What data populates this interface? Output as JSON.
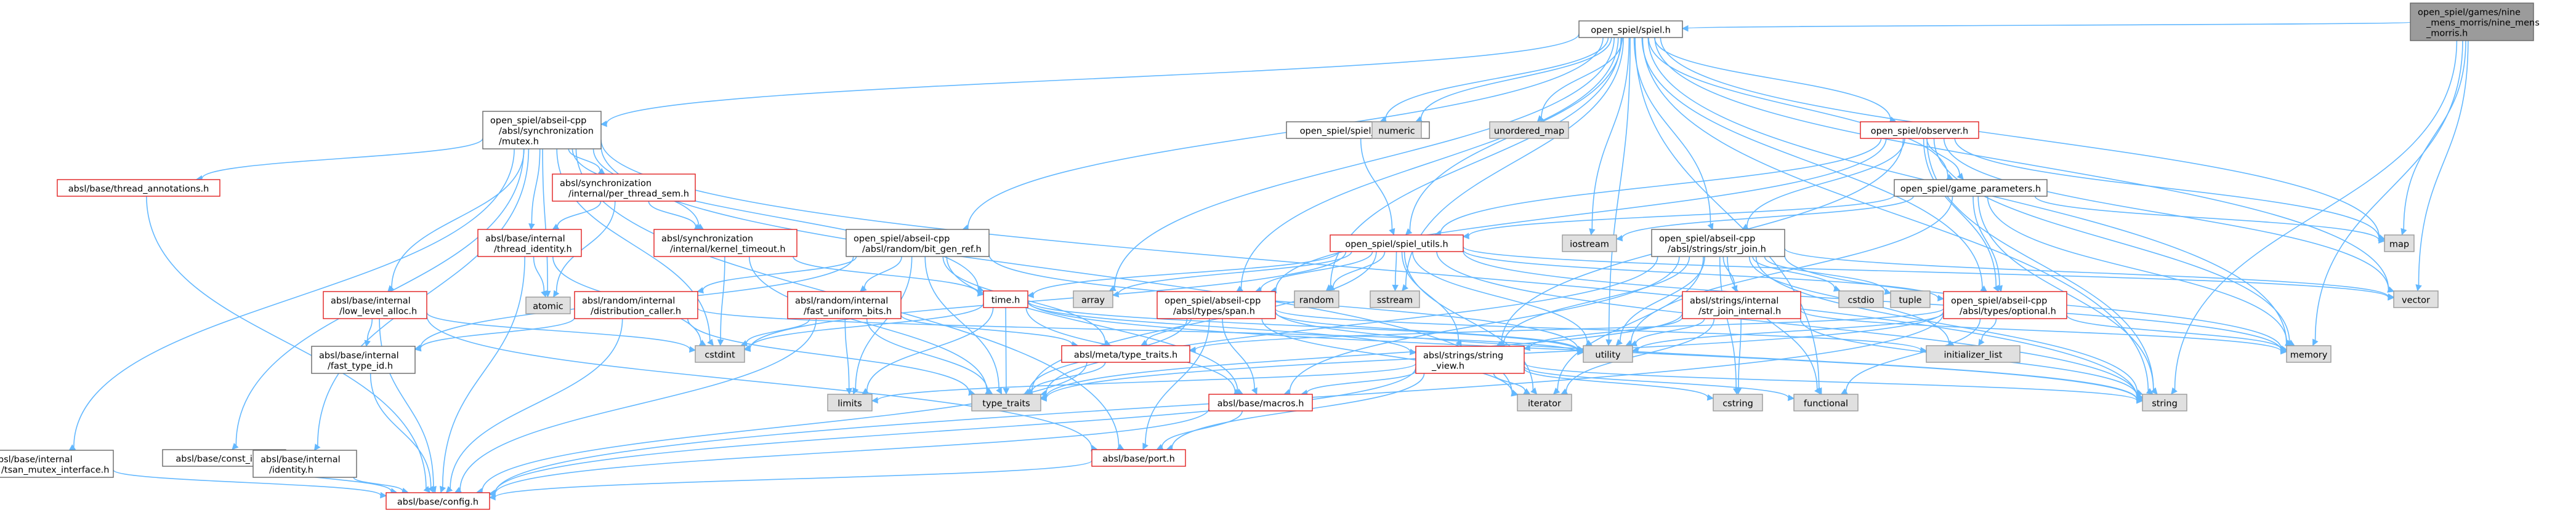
{
  "nodes": [
    {
      "id": "root",
      "lines": [
        "open_spiel/games/nine",
        "_mens_morris/nine_mens",
        "_morris.h"
      ],
      "style": "root"
    },
    {
      "id": "spiel",
      "lines": [
        "open_spiel/spiel.h"
      ],
      "style": "plain"
    },
    {
      "id": "mutex",
      "lines": [
        "open_spiel/abseil-cpp",
        "/absl/synchronization",
        "/mutex.h"
      ],
      "style": "plain"
    },
    {
      "id": "spiel_globals",
      "lines": [
        "open_spiel/spiel_globals.h"
      ],
      "style": "plain"
    },
    {
      "id": "numeric",
      "lines": [
        "numeric"
      ],
      "style": "grey"
    },
    {
      "id": "unordered_map",
      "lines": [
        "unordered_map"
      ],
      "style": "grey"
    },
    {
      "id": "observer",
      "lines": [
        "open_spiel/observer.h"
      ],
      "style": "red"
    },
    {
      "id": "thread_annotations",
      "lines": [
        "absl/base/thread_annotations.h"
      ],
      "style": "red"
    },
    {
      "id": "per_thread_sem",
      "lines": [
        "absl/synchronization",
        "/internal/per_thread_sem.h"
      ],
      "style": "red"
    },
    {
      "id": "thread_identity",
      "lines": [
        "absl/base/internal",
        "/thread_identity.h"
      ],
      "style": "red"
    },
    {
      "id": "kernel_timeout",
      "lines": [
        "absl/synchronization",
        "/internal/kernel_timeout.h"
      ],
      "style": "red"
    },
    {
      "id": "bit_gen_ref",
      "lines": [
        "open_spiel/abseil-cpp",
        "/absl/random/bit_gen_ref.h"
      ],
      "style": "plain"
    },
    {
      "id": "spiel_utils",
      "lines": [
        "open_spiel/spiel_utils.h"
      ],
      "style": "red"
    },
    {
      "id": "game_parameters",
      "lines": [
        "open_spiel/game_parameters.h"
      ],
      "style": "plain"
    },
    {
      "id": "iostream",
      "lines": [
        "iostream"
      ],
      "style": "grey"
    },
    {
      "id": "str_join",
      "lines": [
        "open_spiel/abseil-cpp",
        "/absl/strings/str_join.h"
      ],
      "style": "plain"
    },
    {
      "id": "map",
      "lines": [
        "map"
      ],
      "style": "grey"
    },
    {
      "id": "atomic",
      "lines": [
        "atomic"
      ],
      "style": "grey"
    },
    {
      "id": "low_level_alloc",
      "lines": [
        "absl/base/internal",
        "/low_level_alloc.h"
      ],
      "style": "red"
    },
    {
      "id": "distribution_caller",
      "lines": [
        "absl/random/internal",
        "/distribution_caller.h"
      ],
      "style": "red"
    },
    {
      "id": "fast_uniform_bits",
      "lines": [
        "absl/random/internal",
        "/fast_uniform_bits.h"
      ],
      "style": "red"
    },
    {
      "id": "time",
      "lines": [
        "time.h"
      ],
      "style": "red"
    },
    {
      "id": "array",
      "lines": [
        "array"
      ],
      "style": "grey"
    },
    {
      "id": "span",
      "lines": [
        "open_spiel/abseil-cpp",
        "/absl/types/span.h"
      ],
      "style": "red"
    },
    {
      "id": "random",
      "lines": [
        "random"
      ],
      "style": "grey"
    },
    {
      "id": "sstream",
      "lines": [
        "sstream"
      ],
      "style": "grey"
    },
    {
      "id": "str_join_internal",
      "lines": [
        "absl/strings/internal",
        "/str_join_internal.h"
      ],
      "style": "red"
    },
    {
      "id": "cstdio",
      "lines": [
        "cstdio"
      ],
      "style": "grey"
    },
    {
      "id": "tuple",
      "lines": [
        "tuple"
      ],
      "style": "grey"
    },
    {
      "id": "optional",
      "lines": [
        "open_spiel/abseil-cpp",
        "/absl/types/optional.h"
      ],
      "style": "red"
    },
    {
      "id": "vector",
      "lines": [
        "vector"
      ],
      "style": "grey"
    },
    {
      "id": "memory",
      "lines": [
        "memory"
      ],
      "style": "grey"
    },
    {
      "id": "cstdint",
      "lines": [
        "cstdint"
      ],
      "style": "grey"
    },
    {
      "id": "fast_type_id",
      "lines": [
        "absl/base/internal",
        "/fast_type_id.h"
      ],
      "style": "plain"
    },
    {
      "id": "type_traits_meta",
      "lines": [
        "absl/meta/type_traits.h"
      ],
      "style": "red"
    },
    {
      "id": "string_view",
      "lines": [
        "absl/strings/string",
        "_view.h"
      ],
      "style": "red"
    },
    {
      "id": "utility",
      "lines": [
        "utility"
      ],
      "style": "grey"
    },
    {
      "id": "initializer_list",
      "lines": [
        "initializer_list"
      ],
      "style": "grey"
    },
    {
      "id": "limits",
      "lines": [
        "limits"
      ],
      "style": "grey"
    },
    {
      "id": "type_traits",
      "lines": [
        "type_traits"
      ],
      "style": "grey"
    },
    {
      "id": "macros",
      "lines": [
        "absl/base/macros.h"
      ],
      "style": "red"
    },
    {
      "id": "iterator",
      "lines": [
        "iterator"
      ],
      "style": "grey"
    },
    {
      "id": "cstring",
      "lines": [
        "cstring"
      ],
      "style": "grey"
    },
    {
      "id": "functional",
      "lines": [
        "functional"
      ],
      "style": "grey"
    },
    {
      "id": "string",
      "lines": [
        "string"
      ],
      "style": "grey"
    },
    {
      "id": "tsan_mutex",
      "lines": [
        "absl/base/internal",
        "/tsan_mutex_interface.h"
      ],
      "style": "plain"
    },
    {
      "id": "const_init",
      "lines": [
        "absl/base/const_init.h"
      ],
      "style": "plain"
    },
    {
      "id": "identity",
      "lines": [
        "absl/base/internal",
        "/identity.h"
      ],
      "style": "plain"
    },
    {
      "id": "port",
      "lines": [
        "absl/base/port.h"
      ],
      "style": "red"
    },
    {
      "id": "config",
      "lines": [
        "absl/base/config.h"
      ],
      "style": "red"
    }
  ],
  "edges": [
    [
      "root",
      "spiel"
    ],
    [
      "root",
      "map"
    ],
    [
      "root",
      "vector"
    ],
    [
      "root",
      "memory"
    ],
    [
      "root",
      "string"
    ],
    [
      "spiel",
      "mutex"
    ],
    [
      "spiel",
      "bit_gen_ref"
    ],
    [
      "spiel",
      "spiel_globals"
    ],
    [
      "spiel",
      "numeric"
    ],
    [
      "spiel",
      "unordered_map"
    ],
    [
      "spiel",
      "observer"
    ],
    [
      "spiel",
      "iostream"
    ],
    [
      "spiel",
      "sstream"
    ],
    [
      "spiel",
      "random"
    ],
    [
      "spiel",
      "array"
    ],
    [
      "spiel",
      "span"
    ],
    [
      "spiel",
      "str_join"
    ],
    [
      "spiel",
      "spiel_utils"
    ],
    [
      "spiel",
      "game_parameters"
    ],
    [
      "spiel",
      "optional"
    ],
    [
      "spiel",
      "utility"
    ],
    [
      "spiel",
      "map"
    ],
    [
      "spiel",
      "vector"
    ],
    [
      "spiel",
      "memory"
    ],
    [
      "spiel",
      "string"
    ],
    [
      "spiel",
      "functional"
    ],
    [
      "mutex",
      "thread_annotations"
    ],
    [
      "mutex",
      "per_thread_sem"
    ],
    [
      "mutex",
      "thread_identity"
    ],
    [
      "mutex",
      "kernel_timeout"
    ],
    [
      "mutex",
      "low_level_alloc"
    ],
    [
      "mutex",
      "atomic"
    ],
    [
      "mutex",
      "tsan_mutex"
    ],
    [
      "mutex",
      "const_init"
    ],
    [
      "mutex",
      "identity"
    ],
    [
      "mutex",
      "port"
    ],
    [
      "mutex",
      "cstdint"
    ],
    [
      "mutex",
      "time"
    ],
    [
      "mutex",
      "string"
    ],
    [
      "mutex",
      "iterator"
    ],
    [
      "spiel_globals",
      "spiel_utils"
    ],
    [
      "observer",
      "game_parameters"
    ],
    [
      "observer",
      "spiel_utils"
    ],
    [
      "observer",
      "span"
    ],
    [
      "observer",
      "str_join"
    ],
    [
      "observer",
      "optional"
    ],
    [
      "observer",
      "map"
    ],
    [
      "observer",
      "vector"
    ],
    [
      "observer",
      "memory"
    ],
    [
      "observer",
      "string"
    ],
    [
      "observer",
      "string_view"
    ],
    [
      "thread_annotations",
      "config"
    ],
    [
      "per_thread_sem",
      "thread_identity"
    ],
    [
      "per_thread_sem",
      "kernel_timeout"
    ],
    [
      "per_thread_sem",
      "atomic"
    ],
    [
      "thread_identity",
      "atomic"
    ],
    [
      "thread_identity",
      "cstdint"
    ],
    [
      "thread_identity",
      "config"
    ],
    [
      "kernel_timeout",
      "time"
    ],
    [
      "kernel_timeout",
      "cstdint"
    ],
    [
      "kernel_timeout",
      "type_traits"
    ],
    [
      "bit_gen_ref",
      "distribution_caller"
    ],
    [
      "bit_gen_ref",
      "fast_uniform_bits"
    ],
    [
      "bit_gen_ref",
      "fast_type_id"
    ],
    [
      "bit_gen_ref",
      "type_traits_meta"
    ],
    [
      "bit_gen_ref",
      "type_traits"
    ],
    [
      "bit_gen_ref",
      "limits"
    ],
    [
      "bit_gen_ref",
      "utility"
    ],
    [
      "bit_gen_ref",
      "macros"
    ],
    [
      "spiel_utils",
      "random"
    ],
    [
      "spiel_utils",
      "sstream"
    ],
    [
      "spiel_utils",
      "array"
    ],
    [
      "spiel_utils",
      "span"
    ],
    [
      "spiel_utils",
      "time"
    ],
    [
      "spiel_utils",
      "cstdint"
    ],
    [
      "spiel_utils",
      "vector"
    ],
    [
      "spiel_utils",
      "string"
    ],
    [
      "spiel_utils",
      "utility"
    ],
    [
      "spiel_utils",
      "string_view"
    ],
    [
      "spiel_utils",
      "type_traits"
    ],
    [
      "spiel_utils",
      "memory"
    ],
    [
      "spiel_utils",
      "iterator"
    ],
    [
      "spiel_utils",
      "optional"
    ],
    [
      "game_parameters",
      "spiel_utils"
    ],
    [
      "game_parameters",
      "map"
    ],
    [
      "game_parameters",
      "optional"
    ],
    [
      "game_parameters",
      "memory"
    ],
    [
      "game_parameters",
      "string"
    ],
    [
      "game_parameters",
      "iostream"
    ],
    [
      "game_parameters",
      "utility"
    ],
    [
      "str_join",
      "str_join_internal"
    ],
    [
      "str_join",
      "string_view"
    ],
    [
      "str_join",
      "cstdio"
    ],
    [
      "str_join",
      "tuple"
    ],
    [
      "str_join",
      "cstring"
    ],
    [
      "str_join",
      "iterator"
    ],
    [
      "str_join",
      "utility"
    ],
    [
      "str_join",
      "macros"
    ],
    [
      "str_join",
      "type_traits"
    ],
    [
      "str_join",
      "functional"
    ],
    [
      "str_join",
      "initializer_list"
    ],
    [
      "str_join",
      "string"
    ],
    [
      "str_join",
      "memory"
    ],
    [
      "str_join",
      "vector"
    ],
    [
      "low_level_alloc",
      "fast_type_id"
    ],
    [
      "low_level_alloc",
      "cstdint"
    ],
    [
      "low_level_alloc",
      "config"
    ],
    [
      "low_level_alloc",
      "port"
    ],
    [
      "distribution_caller",
      "fast_type_id"
    ],
    [
      "distribution_caller",
      "utility"
    ],
    [
      "distribution_caller",
      "type_traits"
    ],
    [
      "distribution_caller",
      "config"
    ],
    [
      "fast_uniform_bits",
      "cstdint"
    ],
    [
      "fast_uniform_bits",
      "limits"
    ],
    [
      "fast_uniform_bits",
      "type_traits"
    ],
    [
      "fast_uniform_bits",
      "type_traits_meta"
    ],
    [
      "fast_uniform_bits",
      "config"
    ],
    [
      "time",
      "cstdint"
    ],
    [
      "time",
      "limits"
    ],
    [
      "time",
      "string"
    ],
    [
      "time",
      "type_traits"
    ],
    [
      "time",
      "utility"
    ],
    [
      "time",
      "macros"
    ],
    [
      "time",
      "string_view"
    ],
    [
      "span",
      "type_traits_meta"
    ],
    [
      "span",
      "macros"
    ],
    [
      "span",
      "port"
    ],
    [
      "span",
      "utility"
    ],
    [
      "span",
      "initializer_list"
    ],
    [
      "span",
      "type_traits"
    ],
    [
      "span",
      "string"
    ],
    [
      "span",
      "iterator"
    ],
    [
      "str_join_internal",
      "string_view"
    ],
    [
      "str_join_internal",
      "cstring"
    ],
    [
      "str_join_internal",
      "iterator"
    ],
    [
      "str_join_internal",
      "memory"
    ],
    [
      "str_join_internal",
      "string"
    ],
    [
      "str_join_internal",
      "type_traits"
    ],
    [
      "str_join_internal",
      "utility"
    ],
    [
      "optional",
      "utility"
    ],
    [
      "optional",
      "initializer_list"
    ],
    [
      "optional",
      "type_traits_meta"
    ],
    [
      "optional",
      "functional"
    ],
    [
      "optional",
      "config"
    ],
    [
      "optional",
      "type_traits"
    ],
    [
      "optional",
      "memory"
    ],
    [
      "fast_type_id",
      "config"
    ],
    [
      "type_traits_meta",
      "type_traits"
    ],
    [
      "type_traits_meta",
      "config"
    ],
    [
      "string_view",
      "macros"
    ],
    [
      "string_view",
      "config"
    ],
    [
      "string_view",
      "port"
    ],
    [
      "string_view",
      "cstring"
    ],
    [
      "string_view",
      "iterator"
    ],
    [
      "string_view",
      "limits"
    ],
    [
      "string_view",
      "string"
    ],
    [
      "string_view",
      "functional"
    ],
    [
      "macros",
      "port"
    ],
    [
      "macros",
      "config"
    ],
    [
      "port",
      "config"
    ],
    [
      "tsan_mutex",
      "config"
    ],
    [
      "const_init",
      "config"
    ],
    [
      "identity",
      "config"
    ]
  ]
}
